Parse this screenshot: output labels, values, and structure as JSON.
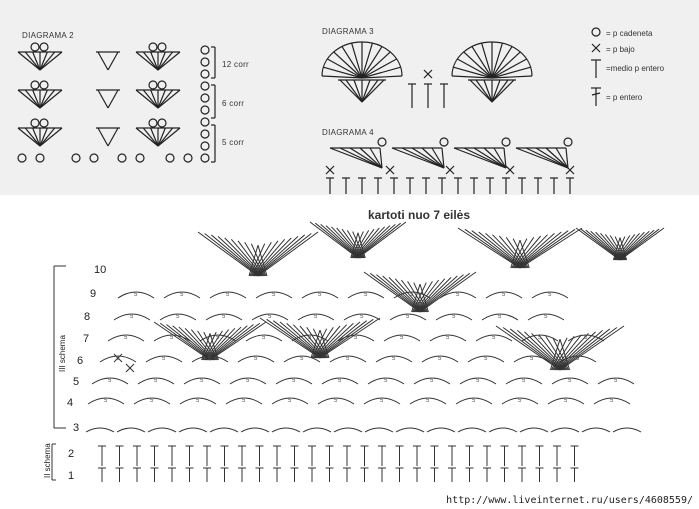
{
  "top": {
    "diagram2": {
      "title": "DIAGRAMA 2",
      "brackets": [
        "12 corr",
        "6 corr",
        "5 corr"
      ]
    },
    "diagram3": {
      "title": "DIAGRAMA 3"
    },
    "diagram4": {
      "title": "DIAGRAMA 4"
    },
    "legend": [
      {
        "symbol": "circle-icon",
        "text": "= p cadeneta"
      },
      {
        "symbol": "x-icon",
        "text": "= p bajo"
      },
      {
        "symbol": "t-icon",
        "text": "=medio p entero"
      },
      {
        "symbol": "double-t-icon",
        "text": "= p entero"
      }
    ]
  },
  "bottom": {
    "title": "kartoti nuo 7 eilės",
    "rows": [
      "10",
      "9",
      "8",
      "7",
      "6",
      "5",
      "4",
      "3",
      "2",
      "1"
    ],
    "schema_labels": {
      "upper": "III schema",
      "lower": "II schema"
    },
    "loop_label": "5"
  },
  "watermark": "http://www.liveinternet.ru/users/4608559/"
}
